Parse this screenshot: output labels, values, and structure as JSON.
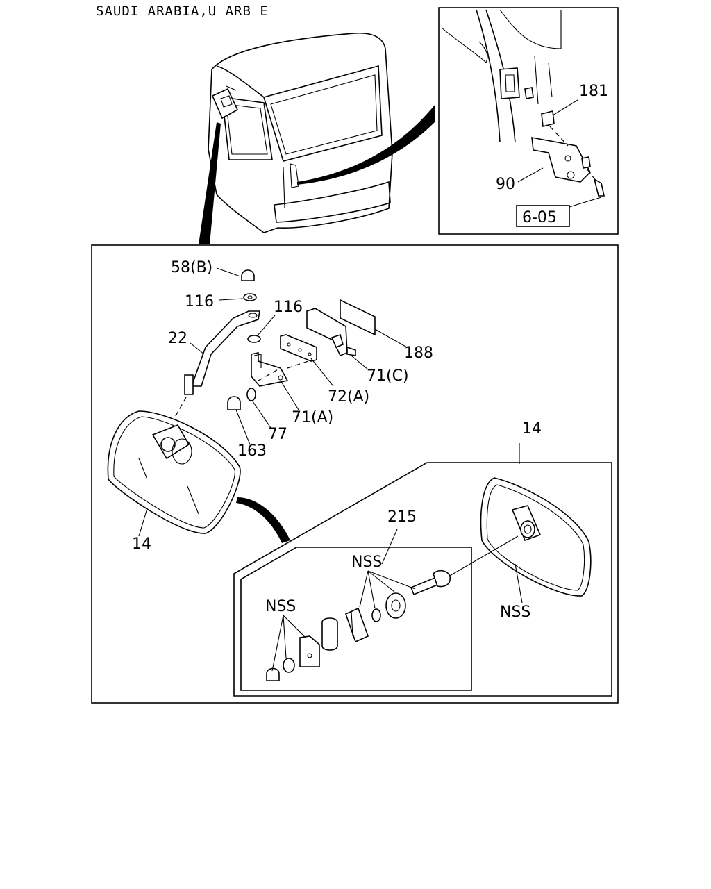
{
  "header": {
    "title": "SAUDI ARABIA,U ARB E"
  },
  "callouts": {
    "c181": "181",
    "c90": "90",
    "ref_box": "6-05",
    "c58b": "58(B)",
    "c116_top": "116",
    "c116_mid": "116",
    "c22": "22",
    "c188": "188",
    "c71c": "71(C)",
    "c72a": "72(A)",
    "c71a": "71(A)",
    "c77": "77",
    "c163": "163",
    "c14_left": "14",
    "c14_right": "14",
    "c215": "215",
    "nss_top": "NSS",
    "nss_left": "NSS",
    "nss_right": "NSS"
  }
}
